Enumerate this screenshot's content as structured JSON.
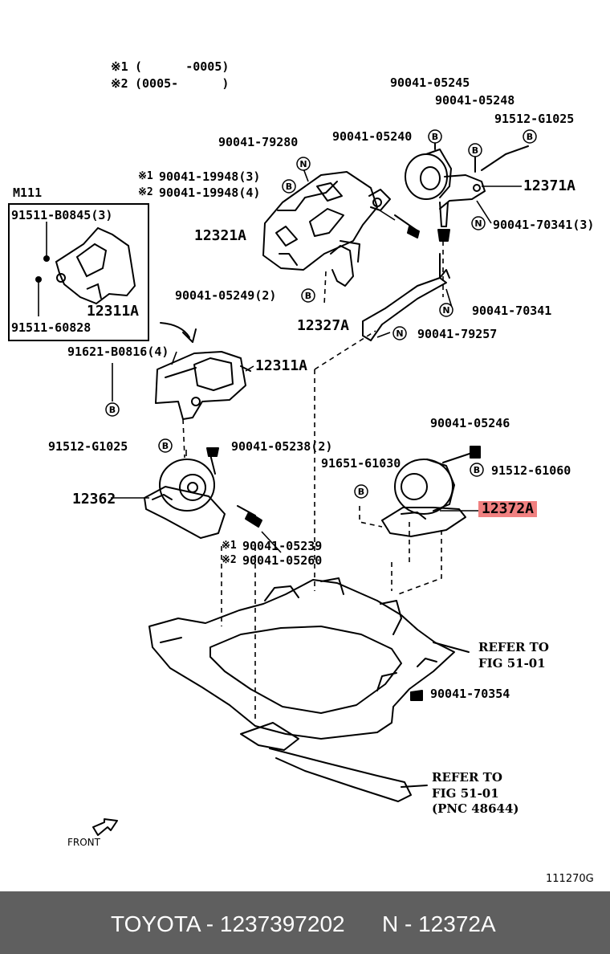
{
  "legend": {
    "note1_mark": "※1",
    "note1_range": "(      -0005)",
    "note2_mark": "※2",
    "note2_range": "(0005-      )"
  },
  "inset": {
    "title": "M111",
    "part_a": "91511-B0845(3)",
    "part_b": "12311A",
    "part_c": "91511-60828"
  },
  "callouts": {
    "c01": "90041-05245",
    "c02": "90041-05248",
    "c03": "91512-G1025",
    "c04": "90041-05240",
    "c05": "12371A",
    "c06": "90041-79280",
    "c07": "90041-19948(3)",
    "c08": "90041-19948(4)",
    "c09": "90041-70341(3)",
    "c10": "12321A",
    "c11": "90041-05249(2)",
    "c12": "90041-70341",
    "c13": "12327A",
    "c14": "90041-79257",
    "c15": "91621-B0816(4)",
    "c16": "12311A",
    "c17": "90041-05246",
    "c18": "91512-G1025",
    "c19": "90041-05238(2)",
    "c20": "91651-61030",
    "c21": "91512-61060",
    "c22": "12362",
    "c23": "12372A",
    "c24": "90041-05239",
    "c25": "90041-05260",
    "c26": "90041-70354",
    "mark1": "※1",
    "mark2": "※2",
    "mark3": "※1",
    "mark4": "※2"
  },
  "refers": {
    "r1_line1": "REFER TO",
    "r1_line2": "FIG 51-01",
    "r2_line1": "REFER TO",
    "r2_line2": "FIG 51-01",
    "r2_line3": "(PNC 48644)"
  },
  "badges": {
    "b": "B",
    "n": "N"
  },
  "front_label": "FRONT",
  "diagram_code": "111270G",
  "footer": {
    "brand_part": "TOYOTA - 1237397202",
    "pnc": "N - 12372A"
  },
  "colors": {
    "highlight": "#f08080",
    "footer_bg": "#5f5f5f"
  }
}
